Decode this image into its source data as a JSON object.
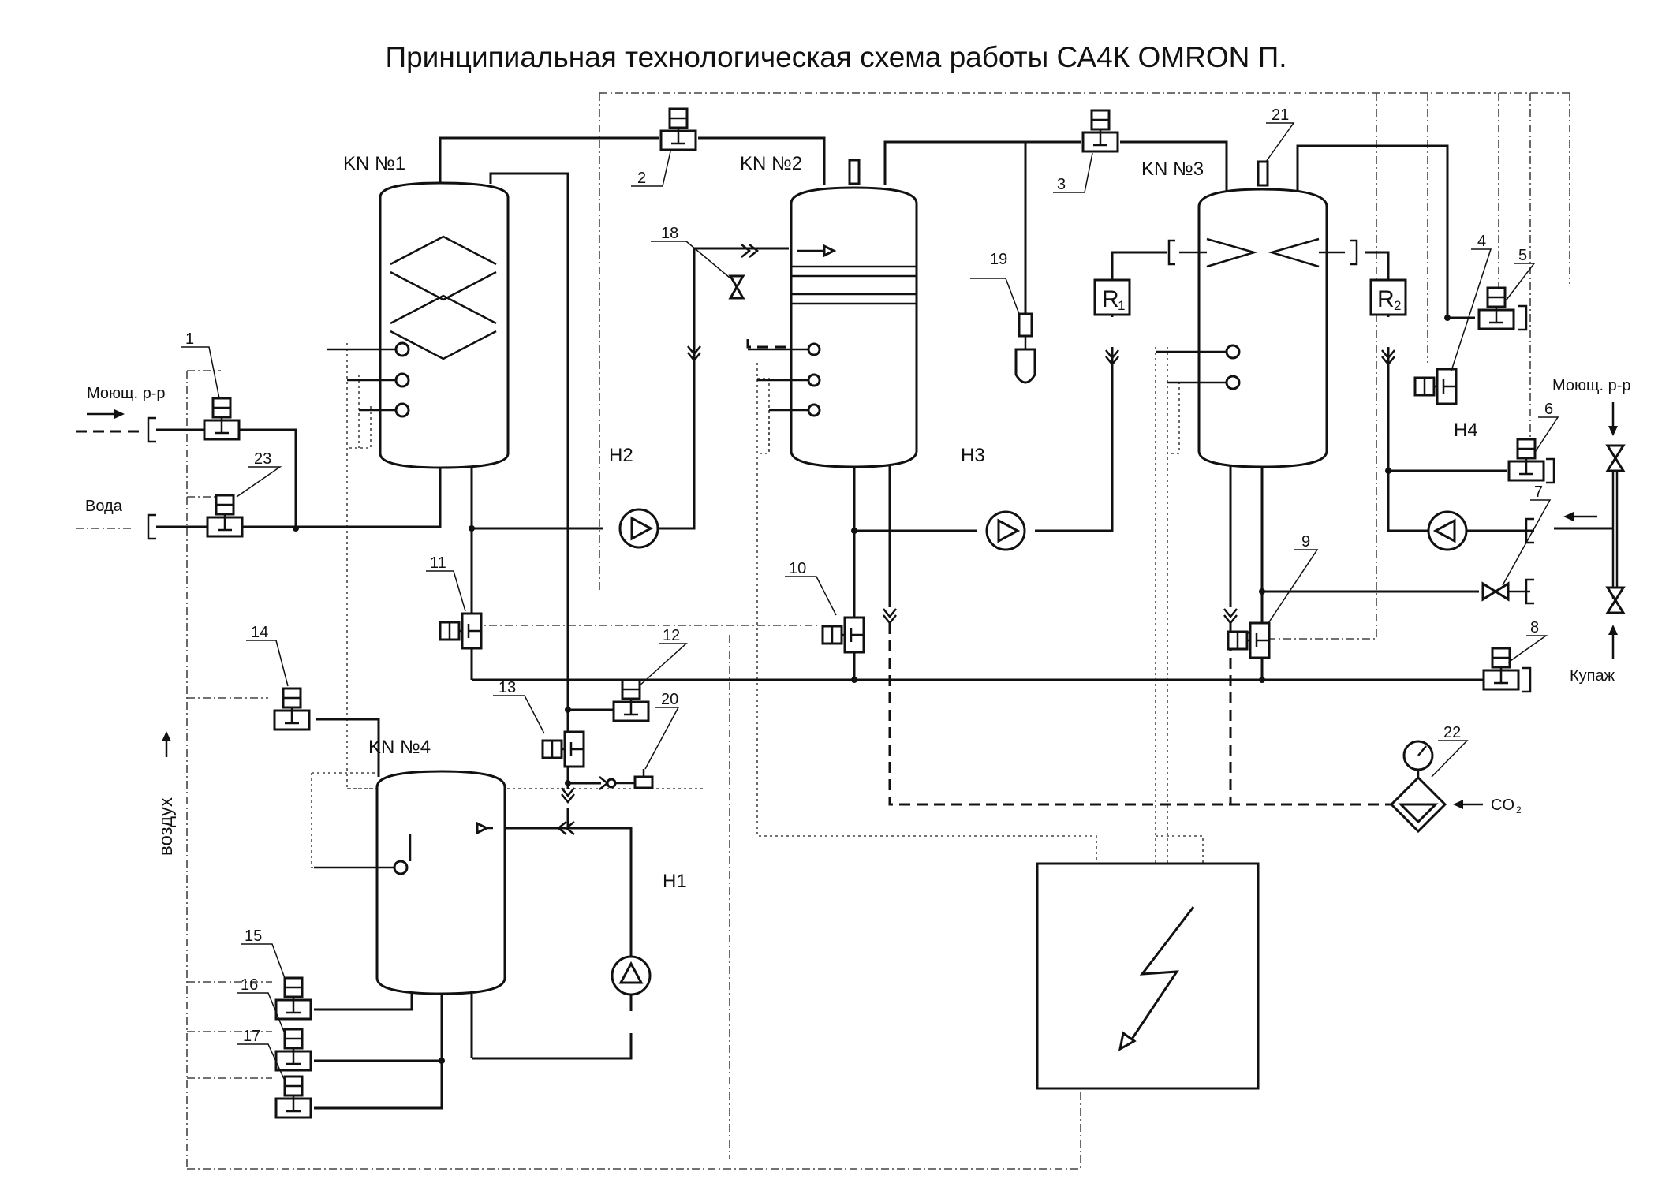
{
  "title": "Принципиальная технологическая схема работы СА4К OMRON П.",
  "tanks": {
    "kn1": "KN №1",
    "kn2": "KN №2",
    "kn3": "KN №3",
    "kn4": "KN №4"
  },
  "pumps": {
    "h1": "H1",
    "h2": "H2",
    "h3": "H3",
    "h4": "H4"
  },
  "regulators": {
    "r1_letter": "R",
    "r1_sub": "1",
    "r2_letter": "R",
    "r2_sub": "2"
  },
  "flows": {
    "wash_left": "Моющ. р-р",
    "water": "Вода",
    "wash_right": "Моющ. р-р",
    "blend": "Купаж",
    "air": "воздух",
    "co2": "CO",
    "co2_sub": "2"
  },
  "numbers": {
    "n1": "1",
    "n2": "2",
    "n3": "3",
    "n4": "4",
    "n5": "5",
    "n6": "6",
    "n7": "7",
    "n8": "8",
    "n9": "9",
    "n10": "10",
    "n11": "11",
    "n12": "12",
    "n13": "13",
    "n14": "14",
    "n15": "15",
    "n16": "16",
    "n17": "17",
    "n18": "18",
    "n19": "19",
    "n20": "20",
    "n21": "21",
    "n22": "22",
    "n23": "23"
  },
  "colors": {
    "line": "#111111",
    "signal": "#444444",
    "background": "#ffffff"
  },
  "icons": {
    "control_cabinet": "lightning-icon",
    "filter": "filter-icon",
    "gauge": "pressure-gauge-icon"
  }
}
